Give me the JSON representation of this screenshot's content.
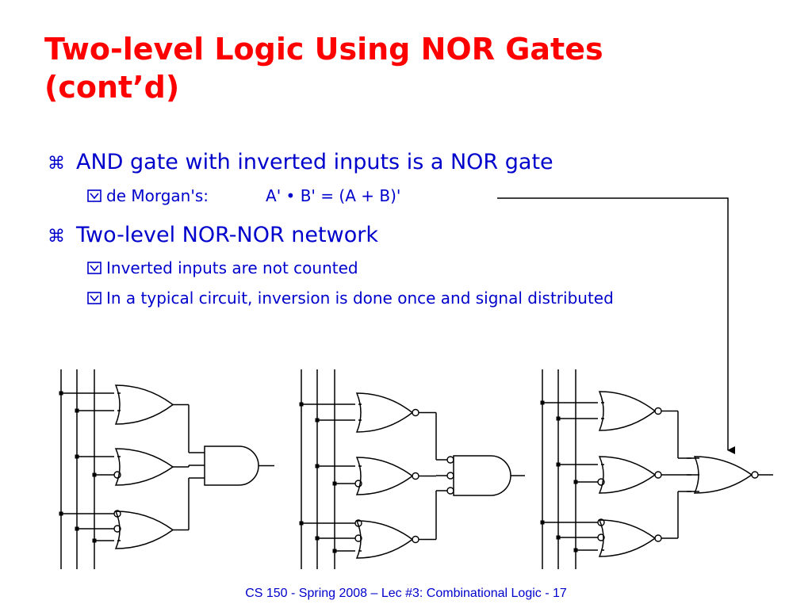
{
  "title": {
    "line1": "Two-level Logic Using NOR Gates",
    "line2": "(cont’d)"
  },
  "bullets": {
    "main1": "AND gate with inverted inputs is a NOR gate",
    "sub1_label": "de Morgan's:",
    "sub1_formula": "A' • B' = (A + B)'",
    "main2": "Two-level NOR-NOR network",
    "sub2": "Inverted inputs are not counted",
    "sub3": "In a typical circuit, inversion is done once and signal distributed"
  },
  "footer": "CS 150 - Spring  2008 – Lec  #3: Combinational  Logic  - 17",
  "colors": {
    "title": "#ff0000",
    "body_text": "#0000cc",
    "diagram": "#000000"
  },
  "icons": {
    "main_bullet": "command-key-icon",
    "sub_bullet": "checkbox-icon"
  }
}
